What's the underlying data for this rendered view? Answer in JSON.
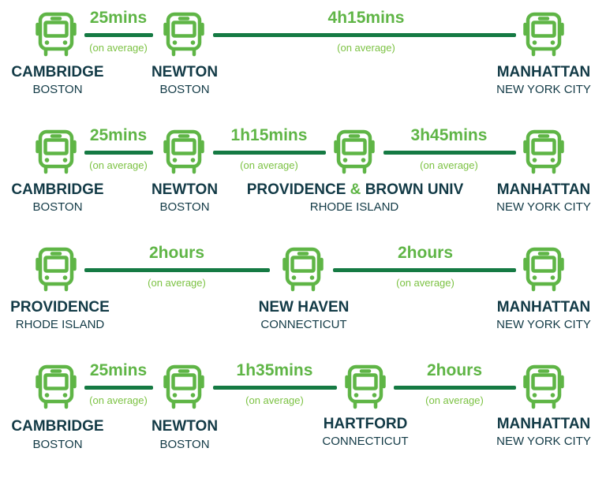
{
  "routes": [
    {
      "segments": [
        {
          "duration": "25mins",
          "note": "(on average)"
        },
        {
          "duration": "4h15mins",
          "note": "(on average)"
        }
      ],
      "stops": [
        {
          "city": "CAMBRIDGE",
          "region": "BOSTON"
        },
        {
          "city": "NEWTON",
          "region": "BOSTON"
        },
        {
          "city": "MANHATTAN",
          "region": "NEW YORK CITY"
        }
      ]
    },
    {
      "segments": [
        {
          "duration": "25mins",
          "note": "(on average)"
        },
        {
          "duration": "1h15mins",
          "note": "(on average)"
        },
        {
          "duration": "3h45mins",
          "note": "(on average)"
        }
      ],
      "stops": [
        {
          "city": "CAMBRIDGE",
          "region": "BOSTON"
        },
        {
          "city": "NEWTON",
          "region": "BOSTON"
        },
        {
          "city_a": "PROVIDENCE",
          "amp": "&",
          "city_b": "BROWN UNIV",
          "region": "RHODE ISLAND"
        },
        {
          "city": "MANHATTAN",
          "region": "NEW YORK CITY"
        }
      ]
    },
    {
      "segments": [
        {
          "duration": "2hours",
          "note": "(on average)"
        },
        {
          "duration": "2hours",
          "note": "(on average)"
        }
      ],
      "stops": [
        {
          "city": "PROVIDENCE",
          "region": "RHODE ISLAND"
        },
        {
          "city": "NEW HAVEN",
          "region": "CONNECTICUT"
        },
        {
          "city": "MANHATTAN",
          "region": "NEW YORK CITY"
        }
      ]
    },
    {
      "segments": [
        {
          "duration": "25mins",
          "note": "(on average)"
        },
        {
          "duration": "1h35mins",
          "note": "(on average)"
        },
        {
          "duration": "2hours",
          "note": "(on average)"
        }
      ],
      "stops": [
        {
          "city": "CAMBRIDGE",
          "region": "BOSTON"
        },
        {
          "city": "NEWTON",
          "region": "BOSTON"
        },
        {
          "city": "HARTFORD",
          "region": "CONNECTICUT"
        },
        {
          "city": "MANHATTAN",
          "region": "NEW YORK CITY"
        }
      ]
    }
  ],
  "colors": {
    "bus_icon": "#5fb546",
    "route_line": "#157a43",
    "text_dark": "#123a46"
  }
}
